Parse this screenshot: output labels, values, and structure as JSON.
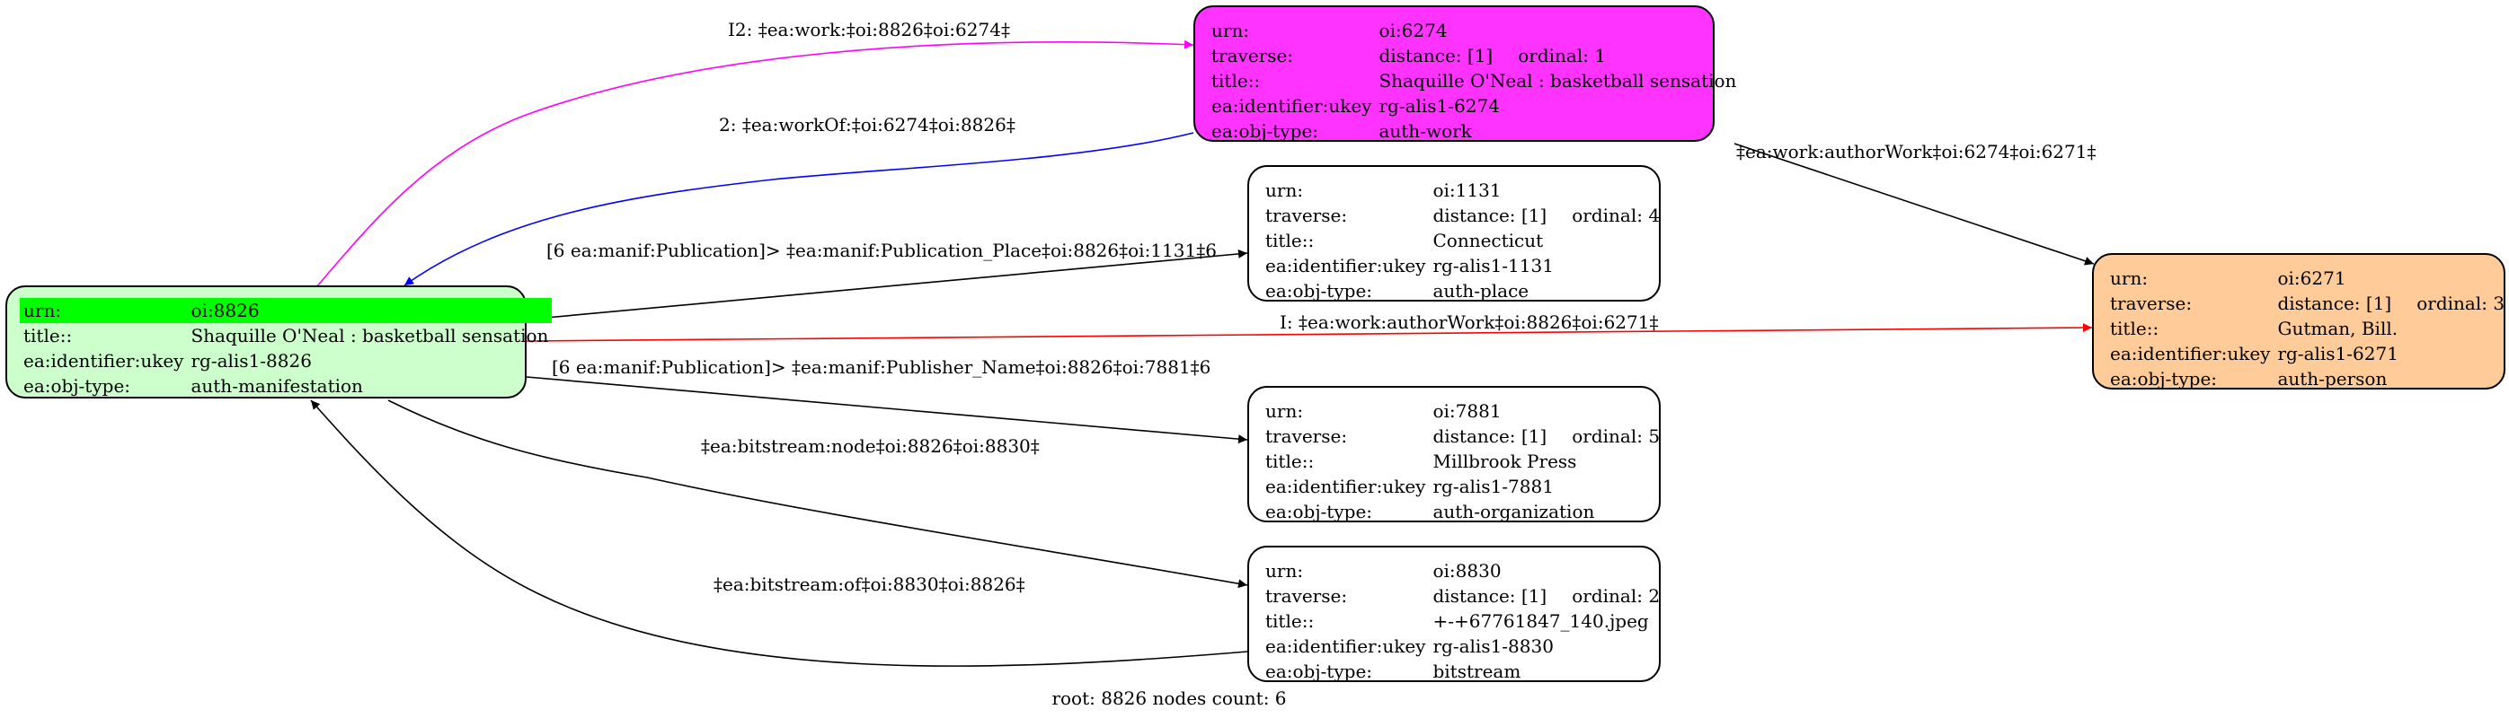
{
  "nodes": {
    "n8826": {
      "color": "#ccffcc",
      "rows": [
        {
          "k": "urn:",
          "v": "oi:8826"
        },
        {
          "k": "title::",
          "v": "Shaquille O'Neal : basketball sensation"
        },
        {
          "k": "ea:identifier:ukey",
          "v": "rg-alis1-8826"
        },
        {
          "k": "ea:obj-type:",
          "v": "auth-manifestation"
        }
      ],
      "highlight_color": "#00ff00"
    },
    "n6274": {
      "color": "#ff33ff",
      "rows": [
        {
          "k": "urn:",
          "v": "oi:6274"
        },
        {
          "k": "traverse:",
          "v": "distance: [1]",
          "v2": "ordinal: 1"
        },
        {
          "k": "title::",
          "v": "Shaquille O'Neal : basketball sensation"
        },
        {
          "k": "ea:identifier:ukey",
          "v": "rg-alis1-6274"
        },
        {
          "k": "ea:obj-type:",
          "v": "auth-work"
        }
      ]
    },
    "n1131": {
      "color": "#ffffff",
      "rows": [
        {
          "k": "urn:",
          "v": "oi:1131"
        },
        {
          "k": "traverse:",
          "v": "distance: [1]",
          "v2": "ordinal: 4"
        },
        {
          "k": "title::",
          "v": "Connecticut"
        },
        {
          "k": "ea:identifier:ukey",
          "v": "rg-alis1-1131"
        },
        {
          "k": "ea:obj-type:",
          "v": "auth-place"
        }
      ]
    },
    "n7881": {
      "color": "#ffffff",
      "rows": [
        {
          "k": "urn:",
          "v": "oi:7881"
        },
        {
          "k": "traverse:",
          "v": "distance: [1]",
          "v2": "ordinal: 5"
        },
        {
          "k": "title::",
          "v": "Millbrook Press"
        },
        {
          "k": "ea:identifier:ukey",
          "v": "rg-alis1-7881"
        },
        {
          "k": "ea:obj-type:",
          "v": "auth-organization"
        }
      ]
    },
    "n8830": {
      "color": "#ffffff",
      "rows": [
        {
          "k": "urn:",
          "v": "oi:8830"
        },
        {
          "k": "traverse:",
          "v": "distance: [1]",
          "v2": "ordinal: 2"
        },
        {
          "k": "title::",
          "v": "+-+67761847_140.jpeg"
        },
        {
          "k": "ea:identifier:ukey",
          "v": "rg-alis1-8830"
        },
        {
          "k": "ea:obj-type:",
          "v": "bitstream"
        }
      ]
    },
    "n6271": {
      "color": "#ffcc99",
      "rows": [
        {
          "k": "urn:",
          "v": "oi:6271"
        },
        {
          "k": "traverse:",
          "v": "distance: [1]",
          "v2": "ordinal: 3"
        },
        {
          "k": "title::",
          "v": "Gutman, Bill."
        },
        {
          "k": "ea:identifier:ukey",
          "v": "rg-alis1-6271"
        },
        {
          "k": "ea:obj-type:",
          "v": "auth-person"
        }
      ]
    }
  },
  "edges": [
    {
      "from": "oi:8826",
      "to": "oi:6274",
      "label": "I2: ‡ea:work:‡oi:8826‡oi:6274‡",
      "color": "#ff00ff"
    },
    {
      "from": "oi:6274",
      "to": "oi:8826",
      "label": "2: ‡ea:workOf:‡oi:6274‡oi:8826‡",
      "color": "#0000ff"
    },
    {
      "from": "oi:6274",
      "to": "oi:6271",
      "label": "‡ea:work:authorWork‡oi:6274‡oi:6271‡",
      "color": "#000000"
    },
    {
      "from": "oi:8826",
      "to": "oi:1131",
      "label": "[6 ea:manif:Publication]> ‡ea:manif:Publication_Place‡oi:8826‡oi:1131‡6",
      "color": "#000000"
    },
    {
      "from": "oi:8826",
      "to": "oi:6271",
      "label": "I: ‡ea:work:authorWork‡oi:8826‡oi:6271‡",
      "color": "#ff0000"
    },
    {
      "from": "oi:8826",
      "to": "oi:7881",
      "label": "[6 ea:manif:Publication]> ‡ea:manif:Publisher_Name‡oi:8826‡oi:7881‡6",
      "color": "#000000"
    },
    {
      "from": "oi:8826",
      "to": "oi:8830",
      "label": "‡ea:bitstream:node‡oi:8826‡oi:8830‡",
      "color": "#000000"
    },
    {
      "from": "oi:8830",
      "to": "oi:8826",
      "label": "‡ea:bitstream:of‡oi:8830‡oi:8826‡",
      "color": "#000000"
    }
  ],
  "footer": "root: 8826 nodes count: 6"
}
